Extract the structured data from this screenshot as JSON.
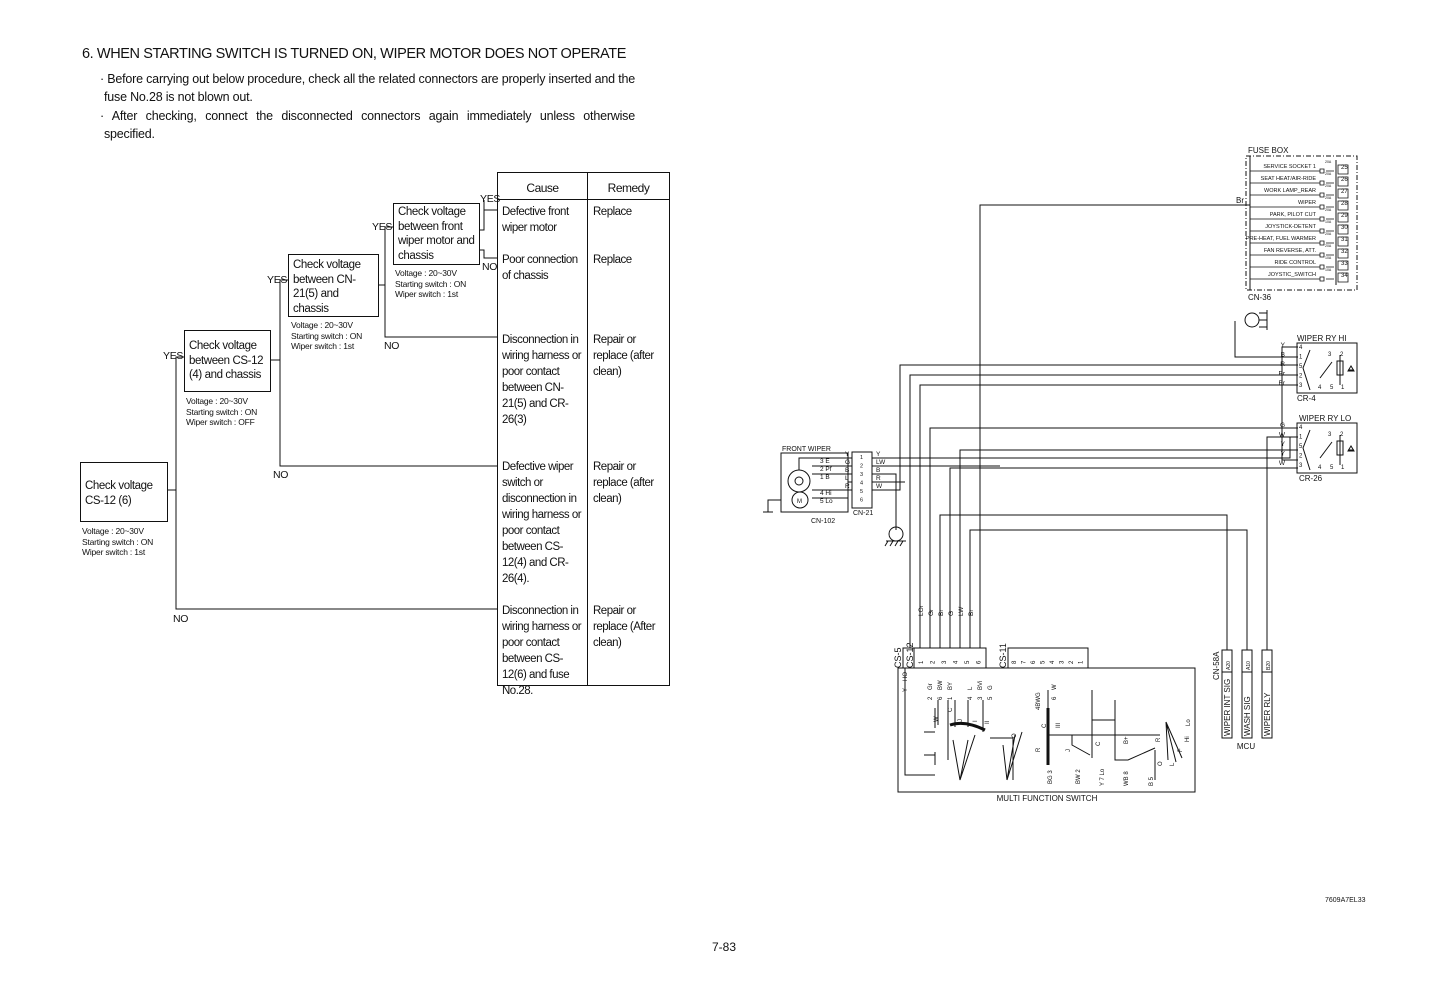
{
  "heading": "6. WHEN STARTING SWITCH IS TURNED ON, WIPER MOTOR DOES NOT OPERATE",
  "bullets": [
    "· Before carrying out below procedure, check all the related connectors are properly inserted and the",
    "fuse No.28 is not blown out.",
    "· After checking, connect the disconnected connectors again immediately unless otherwise",
    "specified."
  ],
  "flowchart": {
    "steps": [
      {
        "text": "Check voltage CS-12 (6)",
        "note": [
          "Voltage : 20~30V",
          "Starting switch : ON",
          "Wiper switch : 1st"
        ]
      },
      {
        "text": "Check voltage between CS-12 (4) and chassis",
        "note": [
          "Voltage : 20~30V",
          "Starting switch : ON",
          "Wiper switch : OFF"
        ]
      },
      {
        "text": "Check voltage between CN-21(5) and chassis",
        "note": [
          "Voltage : 20~30V",
          "Starting switch : ON",
          "Wiper switch : 1st"
        ]
      },
      {
        "text": "Check voltage between front wiper motor and chassis",
        "note": [
          "Voltage : 20~30V",
          "Starting switch : ON",
          "Wiper switch : 1st"
        ]
      }
    ],
    "yes": "YES",
    "no": "NO"
  },
  "table": {
    "headers": [
      "Cause",
      "Remedy"
    ],
    "rows": [
      {
        "cause": "Defective front wiper motor",
        "remedy": "Replace"
      },
      {
        "cause": "Poor connection of chassis",
        "remedy": "Replace"
      },
      {
        "cause": "Disconnection in wiring harness or poor contact between CN-21(5) and CR-26(3)",
        "remedy": "Repair or replace (after clean)"
      },
      {
        "cause": "Defective wiper switch or disconnection in wiring harness or poor contact between CS-12(4) and CR-26(4).",
        "remedy": "Repair or replace (after clean)"
      },
      {
        "cause": "Disconnection in wiring harness or poor contact between CS-12(6) and fuse No.28.",
        "remedy": "Repair or replace (After clean)"
      }
    ]
  },
  "diagram": {
    "fuse_box": {
      "label": "FUSE BOX",
      "connector": "CN-36",
      "input_wire": "Br",
      "fuses": [
        {
          "name": "SERVICE SOCKET 1",
          "amp": "20A",
          "no": "25"
        },
        {
          "name": "SEAT HEAT/AIR-RIDE",
          "amp": "20A",
          "no": "26"
        },
        {
          "name": "WORK LAMP_REAR",
          "amp": "20A",
          "no": "27"
        },
        {
          "name": "WIPER",
          "amp": "20A",
          "no": "28"
        },
        {
          "name": "PARK, PILOT CUT",
          "amp": "20A",
          "no": "29"
        },
        {
          "name": "JOYSTICK-DETENT",
          "amp": "10A",
          "no": "30"
        },
        {
          "name": "PRE-HEAT, FUEL WARMER",
          "amp": "20A",
          "no": "31"
        },
        {
          "name": "FAN REVERSE, ATT.",
          "amp": "20A",
          "no": "32"
        },
        {
          "name": "RIDE CONTROL",
          "amp": "10A",
          "no": "33"
        },
        {
          "name": "JOYSTIC_SWITCH",
          "amp": "10A",
          "no": "34"
        }
      ]
    },
    "relay_hi": {
      "label": "WIPER RY HI",
      "connector": "CR-4",
      "wires": [
        "Y",
        "B",
        "R",
        "Br",
        "Br"
      ],
      "pins": [
        "4",
        "1",
        "5",
        "2",
        "3"
      ],
      "inner": [
        "3",
        "2",
        "4",
        "5",
        "1"
      ]
    },
    "relay_lo": {
      "label": "WIPER RY LO",
      "connector": "CR-26",
      "wires": [
        "G",
        "W",
        "Y",
        "Y",
        "W"
      ],
      "pins": [
        "4",
        "1",
        "5",
        "2",
        "3"
      ],
      "inner": [
        "3",
        "2",
        "4",
        "5",
        "1"
      ]
    },
    "front_wiper": {
      "label": "FRONT WIPER",
      "connector": "CN-102",
      "terminals": [
        "3 E",
        "2 Pf",
        "1 B",
        "4 Hi",
        "5 Lo"
      ],
      "motor": "M"
    },
    "cn21": {
      "label": "CN-21",
      "left_wires": [
        "Y",
        "G",
        "B",
        "L",
        "R"
      ],
      "right_wires": [
        "Y",
        "LW",
        "B",
        "R",
        "W"
      ],
      "pins": [
        "1",
        "2",
        "3",
        "4",
        "5",
        "6"
      ]
    },
    "switch": {
      "label": "MULTI FUNCTION SWITCH",
      "cs5": "CS-5",
      "cs12": "CS-12",
      "cs11": "CS-11",
      "cs12_wires": [
        "LOr",
        "Gr",
        "Br",
        "G",
        "LW",
        "Br"
      ],
      "cs12_pins": [
        "1",
        "2",
        "3",
        "4",
        "5",
        "6"
      ],
      "cs11_pins": [
        "8",
        "7",
        "6",
        "5",
        "4",
        "3",
        "2",
        "1"
      ],
      "inner_labels": [
        "Y",
        "HO",
        "2",
        "Gr",
        "6",
        "BW",
        "1",
        "BY",
        "4",
        "L",
        "3",
        "BVi",
        "5",
        "G",
        "W",
        "C",
        "J",
        "I",
        "II",
        "O",
        "4BWG",
        "6",
        "W",
        "C",
        "III",
        "R",
        "J",
        "C",
        "B+",
        "R",
        "O",
        "L",
        "F",
        "Hi",
        "Lo",
        "BG 3",
        "BW 2",
        "Y 7 Lo",
        "WB 8",
        "B 5"
      ]
    },
    "mcu": {
      "label": "MCU",
      "connector": "CN-58A",
      "signals": [
        {
          "name": "WIPER INT SIG",
          "pin": "A20"
        },
        {
          "name": "WASH SIG",
          "pin": "A10"
        },
        {
          "name": "WIPER RLY",
          "pin": "B20"
        }
      ]
    },
    "drawing_no": "7609A7EL33"
  },
  "page_number": "7-83"
}
